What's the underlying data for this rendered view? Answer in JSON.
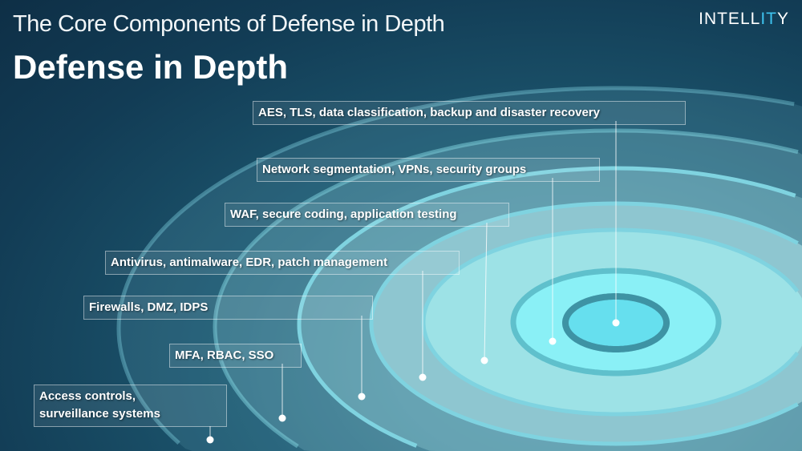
{
  "header": {
    "subtitle": "The Core Components of Defense in Depth",
    "title": "Defense in Depth"
  },
  "logo": {
    "part1": "INTELL",
    "part2": "IT",
    "part3": "Y",
    "accent": "#3ec4f0"
  },
  "layers": [
    {
      "label": "AES, TLS, data classification, backup and disaster recovery"
    },
    {
      "label": "Network segmentation, VPNs, security groups"
    },
    {
      "label": "WAF, secure coding, application testing"
    },
    {
      "label": "Antivirus, antimalware, EDR, patch management"
    },
    {
      "label": "Firewalls, DMZ, IDPS"
    },
    {
      "label": "MFA, RBAC, SSO"
    },
    {
      "label_line1": "Access controls,",
      "label_line2": "surveillance systems"
    }
  ]
}
